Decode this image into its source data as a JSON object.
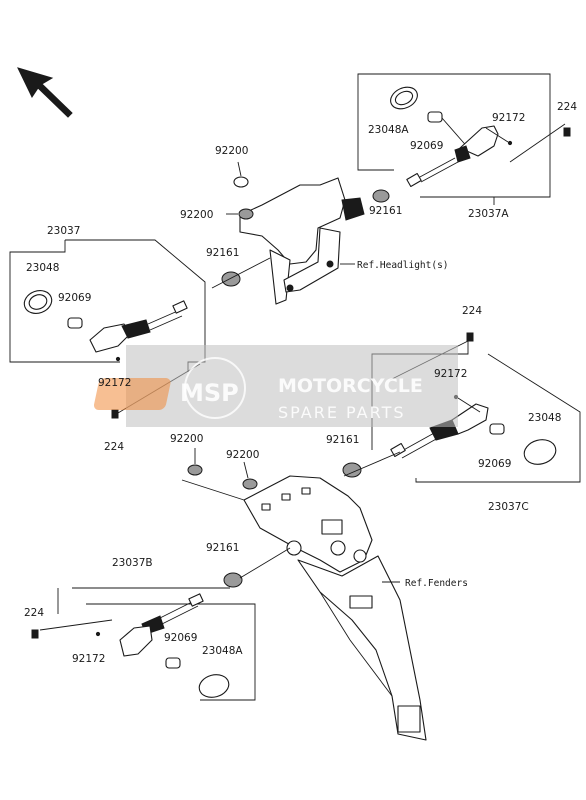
{
  "diagram": {
    "part_labels": {
      "l_224_top": "224",
      "l_92172_top": "92172",
      "l_23048A_top": "23048A",
      "l_92069_top": "92069",
      "l_92161_top": "92161",
      "l_23037A": "23037A",
      "l_92200_a": "92200",
      "l_92200_b": "92200",
      "l_92161_left": "92161",
      "l_23037": "23037",
      "l_23048_left": "23048",
      "l_92069_left": "92069",
      "l_92172_left": "92172",
      "l_224_left": "224",
      "l_224_right": "224",
      "l_92172_right": "92172",
      "l_23048_right": "23048",
      "l_92161_right": "92161",
      "l_92069_right": "92069",
      "l_23037C": "23037C",
      "l_92200_c": "92200",
      "l_92200_d": "92200",
      "l_92161_low": "92161",
      "l_23037B": "23037B",
      "l_224_low": "224",
      "l_92069_low": "92069",
      "l_23048A_low": "23048A",
      "l_92172_low": "92172"
    },
    "references": {
      "headlight": "Ref.Headlight(s)",
      "fenders": "Ref.Fenders"
    },
    "watermark": {
      "logo": "MSP",
      "title": "MOTORCYCLE",
      "subtitle": "SPARE PARTS"
    }
  }
}
